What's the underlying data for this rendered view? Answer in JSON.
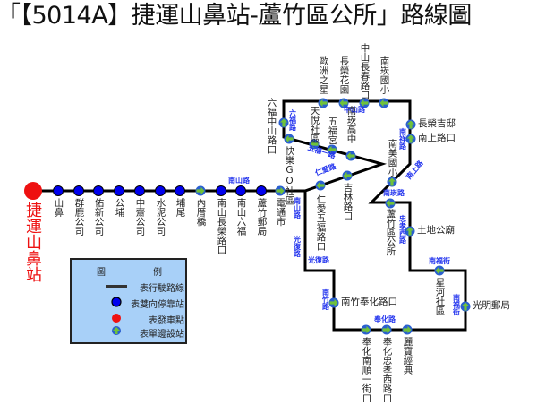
{
  "title": "「【5014A】捷運山鼻站-蘆竹區公所」路線圖",
  "colors": {
    "route": "#000000",
    "two_way_stop": "#0000ee",
    "terminal": "#ee1111",
    "one_way_fill": "#6fc23a",
    "one_way_ring": "#2a5fd0",
    "road_label": "#2233ee",
    "legend_bg": "#a8d0f8"
  },
  "terminal": {
    "name": "捷運山鼻站"
  },
  "stops": [
    {
      "name": "山鼻",
      "type": "two-way"
    },
    {
      "name": "群鹿公司",
      "type": "two-way"
    },
    {
      "name": "佑新公司",
      "type": "two-way"
    },
    {
      "name": "公埔",
      "type": "two-way"
    },
    {
      "name": "中齋公司",
      "type": "two-way"
    },
    {
      "name": "水泥公司",
      "type": "two-way"
    },
    {
      "name": "埔尾",
      "type": "two-way"
    },
    {
      "name": "內厝橋",
      "type": "one-way",
      "dir": "right"
    },
    {
      "name": "南山長榮路口",
      "type": "two-way"
    },
    {
      "name": "南山六福",
      "type": "two-way"
    },
    {
      "name": "蘆竹郵局",
      "type": "two-way"
    },
    {
      "name": "電通市",
      "type": "one-way",
      "dir": "right"
    },
    {
      "name": "仁愛五福路口",
      "type": "one-way",
      "dir": "left"
    },
    {
      "name": "吉林路口",
      "type": "one-way",
      "dir": "left"
    },
    {
      "name": "南崁高中",
      "type": "one-way",
      "dir": "left"
    },
    {
      "name": "五福宮",
      "type": "one-way",
      "dir": "left"
    },
    {
      "name": "天悅社區",
      "type": "one-way",
      "dir": "left"
    },
    {
      "name": "快樂GO社區",
      "type": "one-way",
      "dir": "left"
    },
    {
      "name": "六福中山路口",
      "type": "one-way",
      "dir": "up"
    },
    {
      "name": "歐洲之星",
      "type": "one-way",
      "dir": "left"
    },
    {
      "name": "長榮花園",
      "type": "one-way",
      "dir": "left"
    },
    {
      "name": "中山長春路口",
      "type": "one-way",
      "dir": "left"
    },
    {
      "name": "南崁國小",
      "type": "one-way",
      "dir": "left"
    },
    {
      "name": "長榮吉邸",
      "type": "one-way",
      "dir": "up"
    },
    {
      "name": "南上路口",
      "type": "one-way",
      "dir": "up"
    },
    {
      "name": "南美國小",
      "type": "one-way",
      "dir": "up"
    },
    {
      "name": "蘆竹區公所",
      "type": "one-way",
      "dir": "left"
    },
    {
      "name": "土地公廟",
      "type": "one-way",
      "dir": "up"
    },
    {
      "name": "星河社區",
      "type": "one-way",
      "dir": "left"
    },
    {
      "name": "光明郵局",
      "type": "one-way",
      "dir": "up"
    },
    {
      "name": "麗寶經典",
      "type": "one-way",
      "dir": "right"
    },
    {
      "name": "奉化忠孝西路口",
      "type": "one-way",
      "dir": "right"
    },
    {
      "name": "奉化南順一街口",
      "type": "one-way",
      "dir": "right"
    },
    {
      "name": "南竹奉化路口",
      "type": "one-way",
      "dir": "right"
    }
  ],
  "roads": [
    "南山路",
    "南山路",
    "光復路",
    "光復路",
    "南竹路",
    "奉化路",
    "南福街",
    "南福街",
    "忠孝西路",
    "南崁路",
    "南上路",
    "仁愛路",
    "五福一路",
    "六福路",
    "中山路",
    "南祥路"
  ],
  "legend": {
    "title_left": "圖",
    "title_right": "例",
    "items": [
      "表行駛路線",
      "表雙向停靠站",
      "表發車點",
      "表單邊設站"
    ]
  }
}
